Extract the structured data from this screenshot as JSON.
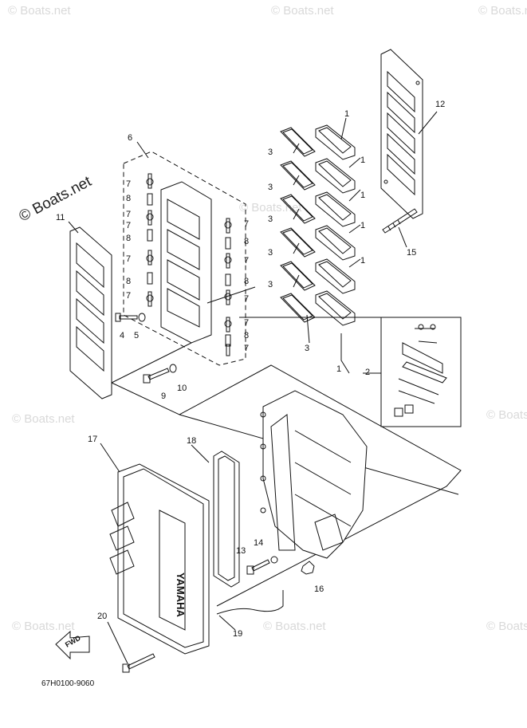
{
  "watermark": {
    "brand": "© Boats.net"
  },
  "part_code": "67H0100-9060",
  "fwd_label": "FWD",
  "yamaha_text": "YAMAHA",
  "callouts": {
    "c1": "1",
    "c2": "2",
    "c3": "3",
    "c4": "4",
    "c5": "5",
    "c6": "6",
    "c7": "7",
    "c8": "8",
    "c9": "9",
    "c10": "10",
    "c11": "11",
    "c12": "12",
    "c13": "13",
    "c14": "14",
    "c15": "15",
    "c16": "16",
    "c17": "17",
    "c18": "18",
    "c19": "19",
    "c20": "20"
  }
}
